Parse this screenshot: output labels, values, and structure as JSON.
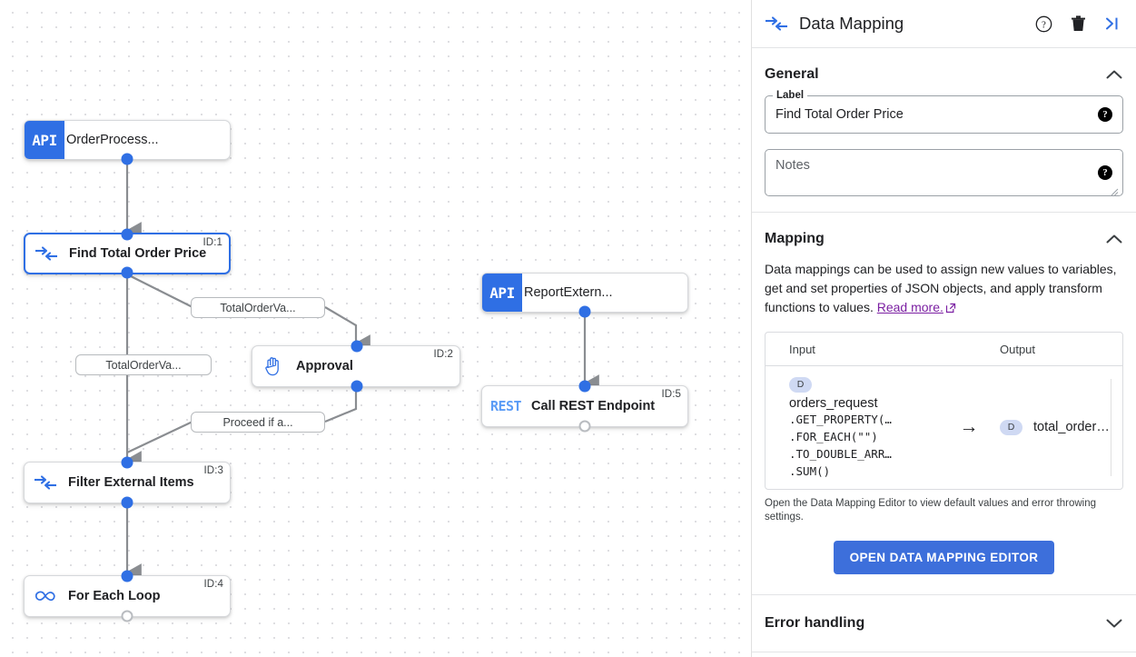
{
  "canvas": {
    "nodes": [
      {
        "id": "",
        "label": "OrderProcess...",
        "icon": "api-badge-icon",
        "badge": "API",
        "selected": false,
        "bold": false
      },
      {
        "id": "ID:1",
        "label": "Find Total Order Price",
        "icon": "data-mapping-icon",
        "badge": "",
        "selected": true,
        "bold": true
      },
      {
        "id": "ID:2",
        "label": "Approval",
        "icon": "hand-icon",
        "badge": "",
        "selected": false,
        "bold": true
      },
      {
        "id": "ID:3",
        "label": "Filter External Items",
        "icon": "data-mapping-icon",
        "badge": "",
        "selected": false,
        "bold": true
      },
      {
        "id": "ID:4",
        "label": "For Each Loop",
        "icon": "loop-icon",
        "badge": "",
        "selected": false,
        "bold": true
      },
      {
        "id": "",
        "label": "ReportExtern...",
        "icon": "api-badge-icon",
        "badge": "API",
        "selected": false,
        "bold": false
      },
      {
        "id": "ID:5",
        "label": "Call REST Endpoint",
        "icon": "rest-badge-icon",
        "badge": "REST",
        "selected": false,
        "bold": true
      }
    ],
    "edge_labels": [
      "TotalOrderVa...",
      "TotalOrderVa...",
      "Proceed if a..."
    ]
  },
  "panel": {
    "title": "Data Mapping",
    "header_icon": "data-mapping-icon",
    "actions": [
      {
        "name": "help-icon",
        "glyph": "?"
      },
      {
        "name": "delete-icon",
        "glyph": "trash"
      },
      {
        "name": "collapse-panel-icon",
        "glyph": ">|"
      }
    ],
    "general": {
      "heading": "General",
      "collapse_state": "expanded",
      "label_legend": "Label",
      "label_value": "Find Total Order Price",
      "notes_placeholder": "Notes",
      "notes_value": ""
    },
    "mapping": {
      "heading": "Mapping",
      "collapse_state": "expanded",
      "description": "Data mappings can be used to assign new values to variables, get and set properties of JSON objects, and apply transform functions to values.",
      "link_text": "Read more.",
      "columns": {
        "input": "Input",
        "output": "Output"
      },
      "rows": [
        {
          "input_chip": "D",
          "input_var": "orders_request",
          "input_expr": ".GET_PROPERTY(…\n.FOR_EACH(\"\")\n.TO_DOUBLE_ARR…\n.SUM()",
          "arrow": "→",
          "output_chip": "D",
          "output_var": "total_order…"
        }
      ],
      "hint": "Open the Data Mapping Editor to view default values and error throwing settings.",
      "button_label": "OPEN DATA MAPPING EDITOR"
    },
    "error_handling": {
      "heading": "Error handling",
      "collapse_state": "collapsed"
    }
  },
  "colors": {
    "accent": "#2f6fe4",
    "button": "#3d6fdb",
    "link": "#7b1fa2",
    "rest": "#5b9cf6",
    "chip": "#cfd9f3"
  }
}
